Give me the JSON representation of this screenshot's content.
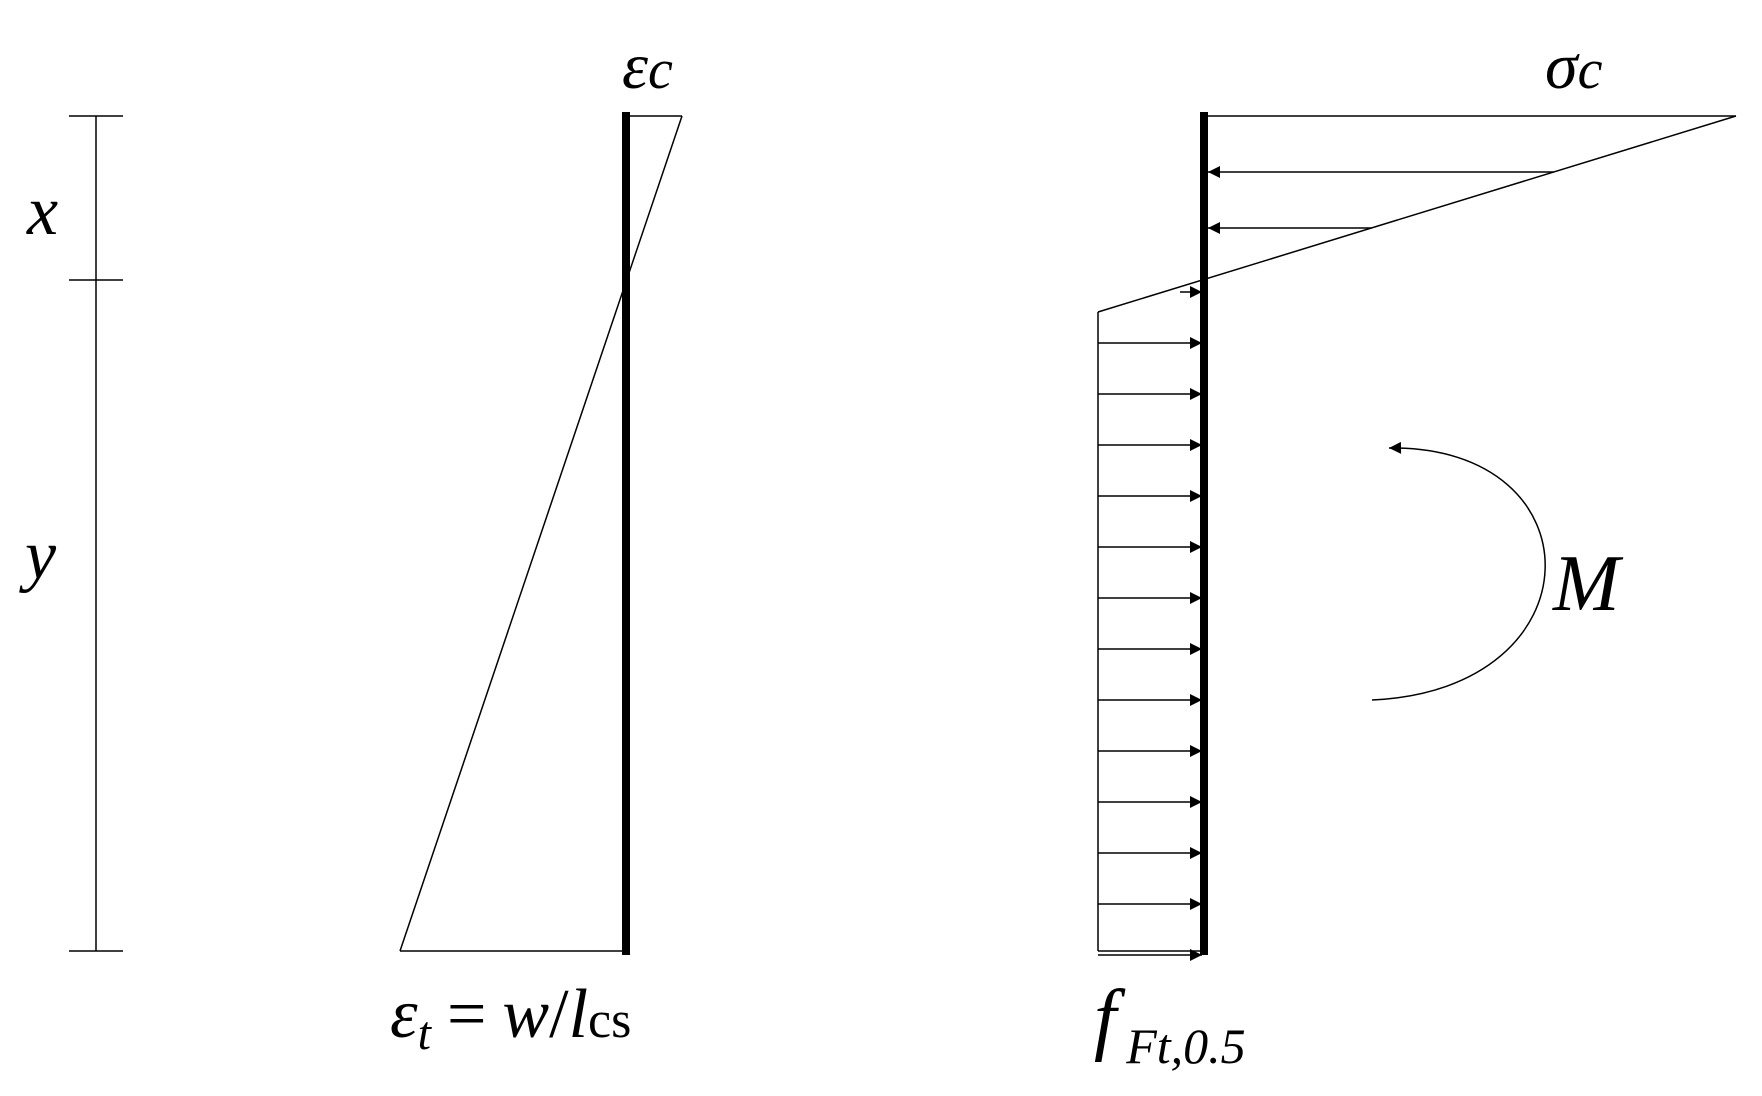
{
  "colors": {
    "ink": "#000000",
    "background": "#ffffff"
  },
  "dimensions": {
    "compression_depth": "x",
    "tension_depth": "y"
  },
  "strain_diagram": {
    "compressive_strain": {
      "symbol": "ε",
      "subscript": "c"
    },
    "tensile_strain": {
      "symbol": "ε",
      "subscript": "t",
      "equals": "=",
      "numerator": "w",
      "slash": "/",
      "length": "l",
      "length_subscript": "cs"
    }
  },
  "stress_diagram": {
    "compressive_stress": {
      "symbol": "σ",
      "subscript": "c"
    },
    "residual_strength": {
      "symbol": "f",
      "subscript": "Ft,0.5"
    },
    "moment": "M",
    "compression_arrow_count": 2,
    "tension_arrow_count": 13
  }
}
